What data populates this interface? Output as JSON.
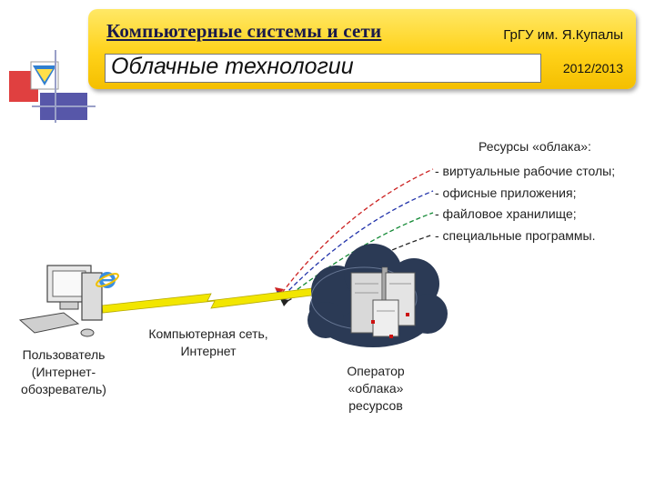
{
  "header": {
    "course": "Компьютерные системы и сети",
    "university": "ГрГУ им. Я.Купалы",
    "title": "Облачные технологии",
    "year": "2012/2013"
  },
  "diagram": {
    "resources_title": "Ресурсы «облака»:",
    "resources": [
      "- виртуальные рабочие столы;",
      "- офисные приложения;",
      "- файловое хранилище;",
      "- специальные  программы."
    ],
    "user_label": [
      "Пользователь",
      "(Интернет-",
      "обозреватель)"
    ],
    "network_label": [
      "Компьютерная сеть,",
      "Интернет"
    ],
    "operator_label": [
      "Оператор",
      "«облака»",
      "ресурсов"
    ]
  },
  "colors": {
    "header_yellow": "#ffd21a",
    "link_yellow": "#f2e600",
    "cloud": "#2b3a55",
    "arrow_red": "#cc2222",
    "arrow_blue": "#2233aa",
    "arrow_green": "#118833",
    "arrow_black": "#222222"
  }
}
